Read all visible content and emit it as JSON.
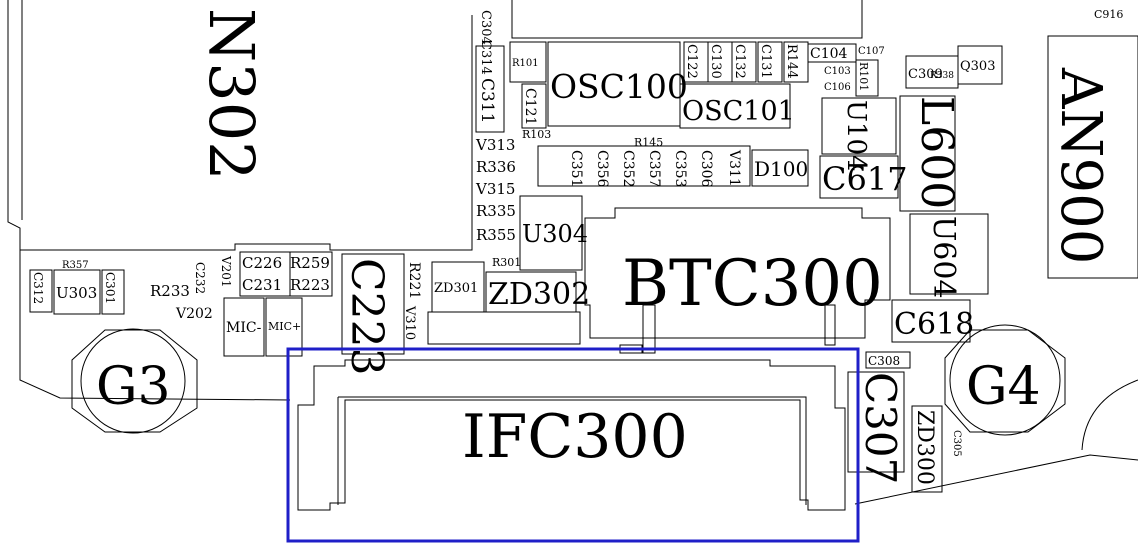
{
  "colors": {
    "ink": "#000000",
    "highlight": "#1f1fc8",
    "background": "#ffffff"
  },
  "labels": {
    "n302": "N302",
    "an900": "AN900",
    "osc100": "OSC100",
    "osc101": "OSC101",
    "btc300": "BTC300",
    "ifc300": "IFC300",
    "g3": "G3",
    "g4": "G4",
    "l600": "L600",
    "c617": "C617",
    "c618": "C618",
    "u104": "U104",
    "u604": "U604",
    "d100": "D100",
    "c307": "C307",
    "zd300": "ZD300",
    "c308": "C308",
    "zd302": "ZD302",
    "zd301": "ZD301",
    "c223": "C223",
    "u304": "U304",
    "v313": "V313",
    "r336": "R336",
    "v315": "V315",
    "r335": "R335",
    "r355": "R355",
    "r301": "R301",
    "c311": "C311",
    "c314": "C314",
    "c304": "C304",
    "r103": "R103",
    "r101": "R101",
    "c121": "C121",
    "c122": "C122",
    "c130": "C130",
    "c132": "C132",
    "c131": "C131",
    "r144": "R144",
    "c104": "C104",
    "c107": "C107",
    "c103": "C103",
    "c106": "C106",
    "r101b": "R101",
    "c309": "C309",
    "r338": "R338",
    "q303": "Q303",
    "c916": "C916",
    "r145": "R145",
    "c351": "C351",
    "c356": "C356",
    "c352": "C352",
    "c357": "C357",
    "c353": "C353",
    "c306": "C306",
    "v311": "V311",
    "c226": "C226",
    "r259": "R259",
    "c231": "C231",
    "r223": "R223",
    "r221": "R221",
    "v310": "V310",
    "v201": "V201",
    "c232": "C232",
    "r233": "R233",
    "v202": "V202",
    "mic_minus": "MIC-",
    "mic_plus": "MIC+",
    "r357": "R357",
    "u303": "U303",
    "c312": "C312",
    "c301": "C301",
    "c305": "C305"
  }
}
